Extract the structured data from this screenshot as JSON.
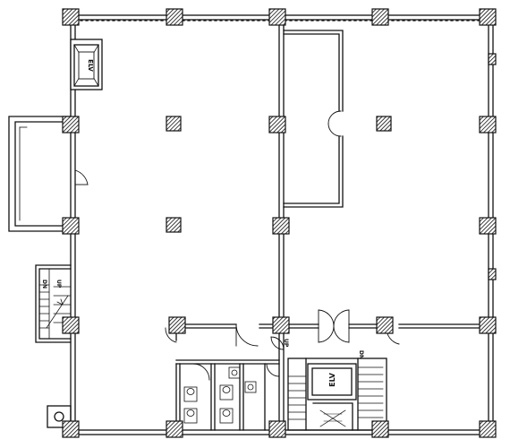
{
  "floor_plan": {
    "labels": {
      "elevator_main": "ELV",
      "elevator_small": "ELV",
      "stair_right_dn": "DN",
      "stair_right_up": "UP",
      "stair_left_dn": "DN",
      "stair_left_up": "UP"
    },
    "colors": {
      "line": "#111111",
      "background": "#ffffff"
    }
  }
}
